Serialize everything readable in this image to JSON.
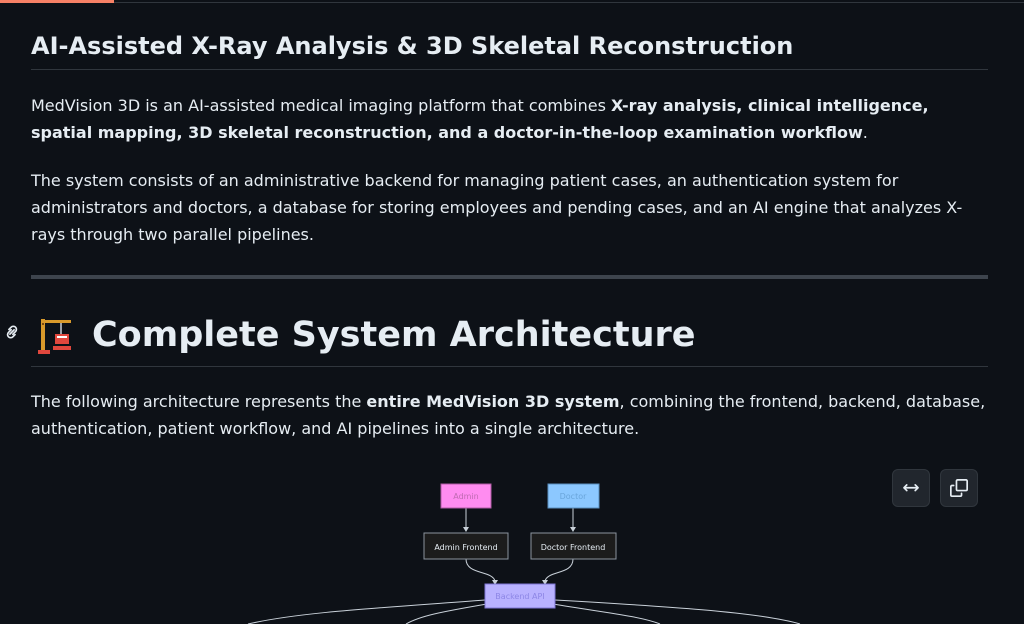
{
  "section": {
    "title": "AI-Assisted X-Ray Analysis & 3D Skeletal Reconstruction",
    "p1": {
      "intro": "MedVision 3D is an AI-assisted medical imaging platform that combines ",
      "bold": "X-ray analysis, clinical intelligence, spatial mapping, 3D skeletal reconstruction, and a doctor-in-the-loop examination workflow",
      "end": "."
    },
    "p2": "The system consists of an administrative backend for managing patient cases, an authentication system for administrators and doctors, a database for storing employees and pending cases, and an AI engine that analyzes X-rays through two parallel pipelines."
  },
  "architecture": {
    "title": "Complete System Architecture",
    "emoji_icon": "construction-crane-icon",
    "p3": {
      "intro": "The following architecture represents the ",
      "bold": "entire MedVision 3D system",
      "end": ", combining the frontend, backend, database, authentication, patient workflow, and AI pipelines into a single architecture."
    }
  },
  "diagram": {
    "nodes": {
      "admin": "Admin",
      "doctor": "Doctor",
      "admin_frontend": "Admin Frontend",
      "doctor_frontend": "Doctor Frontend",
      "backend": "Backend API"
    }
  },
  "colors": {
    "background": "#0d1117",
    "accent": "#f78166",
    "admin_node": "#ff8cf0",
    "doctor_node": "#8cc8ff",
    "backend_node": "#b9b2ff"
  }
}
